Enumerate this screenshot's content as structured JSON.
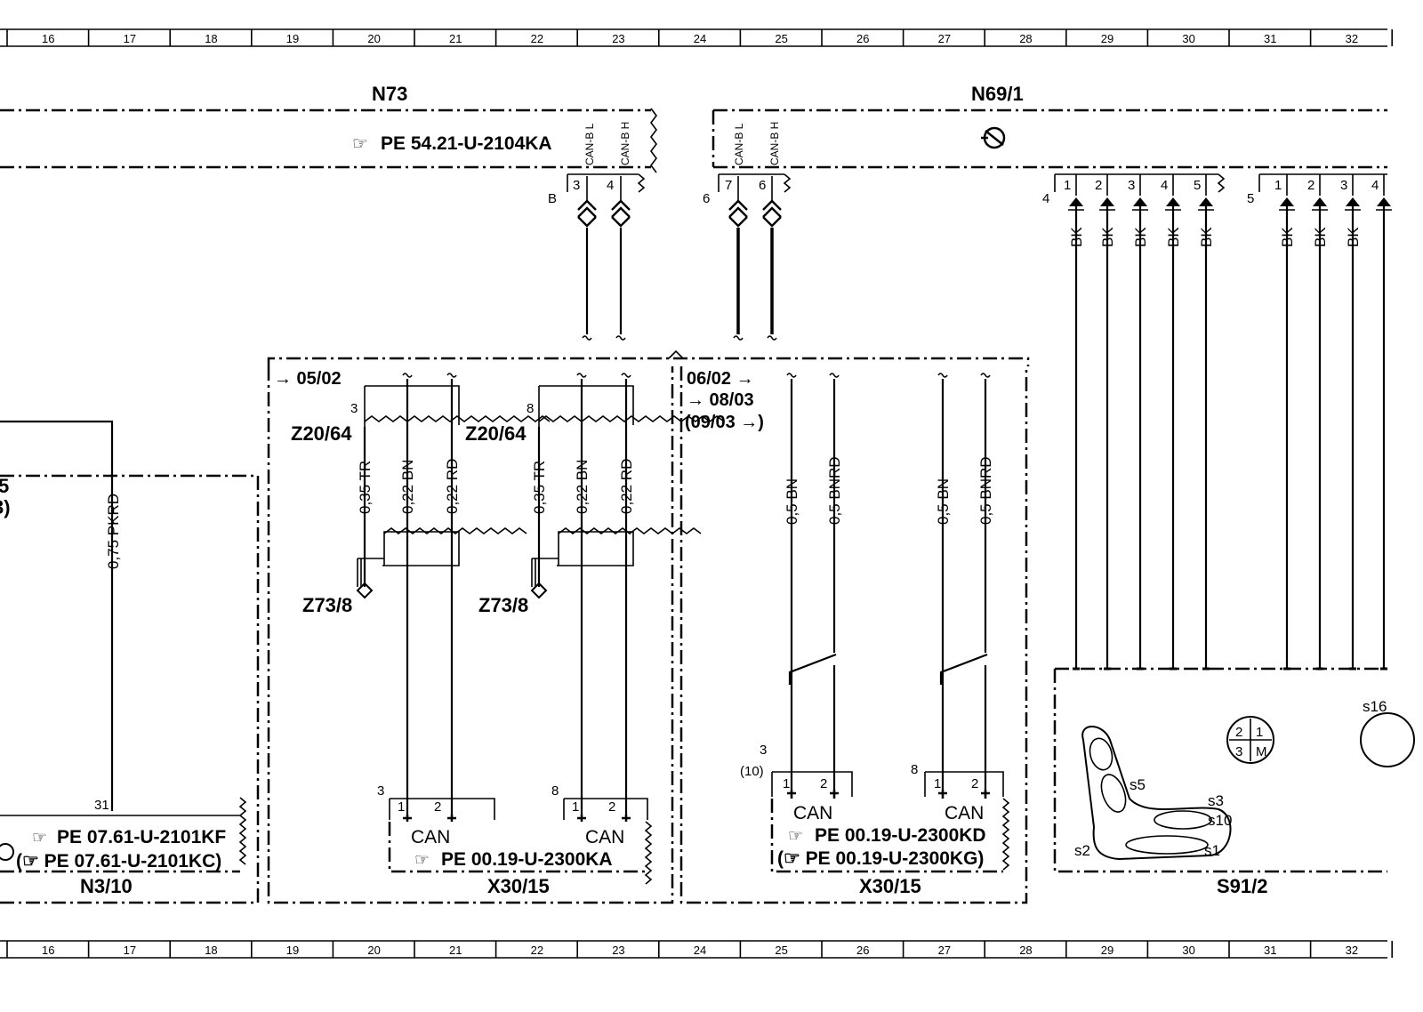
{
  "ruler": {
    "numbers": [
      "16",
      "17",
      "18",
      "19",
      "20",
      "21",
      "22",
      "23",
      "24",
      "25",
      "26",
      "27",
      "28",
      "29",
      "30",
      "31",
      "32"
    ]
  },
  "components": {
    "n73": {
      "label": "N73",
      "ref": "PE 54.21-U-2104KA",
      "connector": "B",
      "pins": [
        "3",
        "4"
      ],
      "signals": [
        "CAN-B L",
        "CAN-B H"
      ]
    },
    "n69": {
      "label": "N69/1",
      "connectors": [
        "6",
        "4",
        "5"
      ],
      "pins_6": [
        "7",
        "6"
      ],
      "signals": [
        "CAN-B L",
        "CAN-B H"
      ],
      "pins_4": [
        "1",
        "2",
        "3",
        "4",
        "5"
      ],
      "pins_5": [
        "1",
        "2",
        "3",
        "4"
      ],
      "wire_colors_4": [
        "BK",
        "BK",
        "BK",
        "BK",
        "BK"
      ],
      "wire_colors_5": [
        "BK",
        "BK",
        "BK"
      ]
    },
    "n310": {
      "label": "N3/10",
      "pin": "31",
      "wire": "0,75 PKRD",
      "ref1": "PE 07.61-U-2101KF",
      "ref2": "(☞ PE 07.61-U-2101KC)",
      "partial_top": "5",
      "partial_bottom": "3)"
    },
    "x30_left": {
      "label": "X30/15",
      "date": "→ 05/02",
      "z20": "Z20/64",
      "z73": "Z73/8",
      "left_index": "3",
      "right_index": "8",
      "wires": [
        "0,35 TR",
        "0,22 BN",
        "0,22 RD"
      ],
      "pins": [
        "1",
        "2"
      ],
      "can": "CAN",
      "ref": "PE 00.19-U-2300KA"
    },
    "x30_right": {
      "label": "X30/15",
      "date1": "06/02 →",
      "date2": "→ 08/03",
      "date3": "(09/03 →)",
      "left_index": "3",
      "left_index_alt": "(10)",
      "right_index": "8",
      "wires": [
        "0,5 BN",
        "0,5 BNRD"
      ],
      "pins": [
        "1",
        "2"
      ],
      "can": "CAN",
      "ref1": "PE 00.19-U-2300KD",
      "ref2": "(☞ PE 00.19-U-2300KG)"
    },
    "s91": {
      "label": "S91/2",
      "switches": [
        "s5",
        "s3",
        "s10",
        "s2",
        "s1",
        "s16"
      ],
      "motor": [
        "2",
        "1",
        "3",
        "M"
      ]
    }
  },
  "icons": {
    "ref_pointer": "pointing-hand-icon"
  }
}
